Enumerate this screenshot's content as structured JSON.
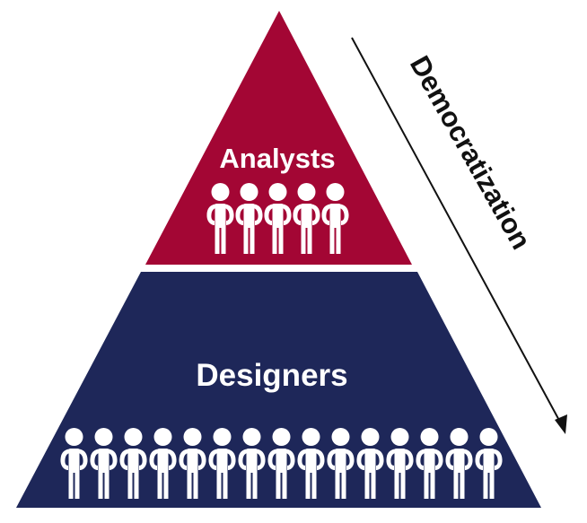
{
  "diagram": {
    "type": "pyramid",
    "colors": {
      "top_tier": "#A30634",
      "bottom_tier": "#1E2759",
      "figure": "#FFFFFF",
      "arrow": "#111111",
      "background": "#FFFFFF"
    },
    "tiers": [
      {
        "label": "Analysts",
        "people_count": 5
      },
      {
        "label": "Designers",
        "people_count": 15
      }
    ],
    "arrow": {
      "label": "Democratization",
      "direction": "top-to-bottom"
    }
  }
}
